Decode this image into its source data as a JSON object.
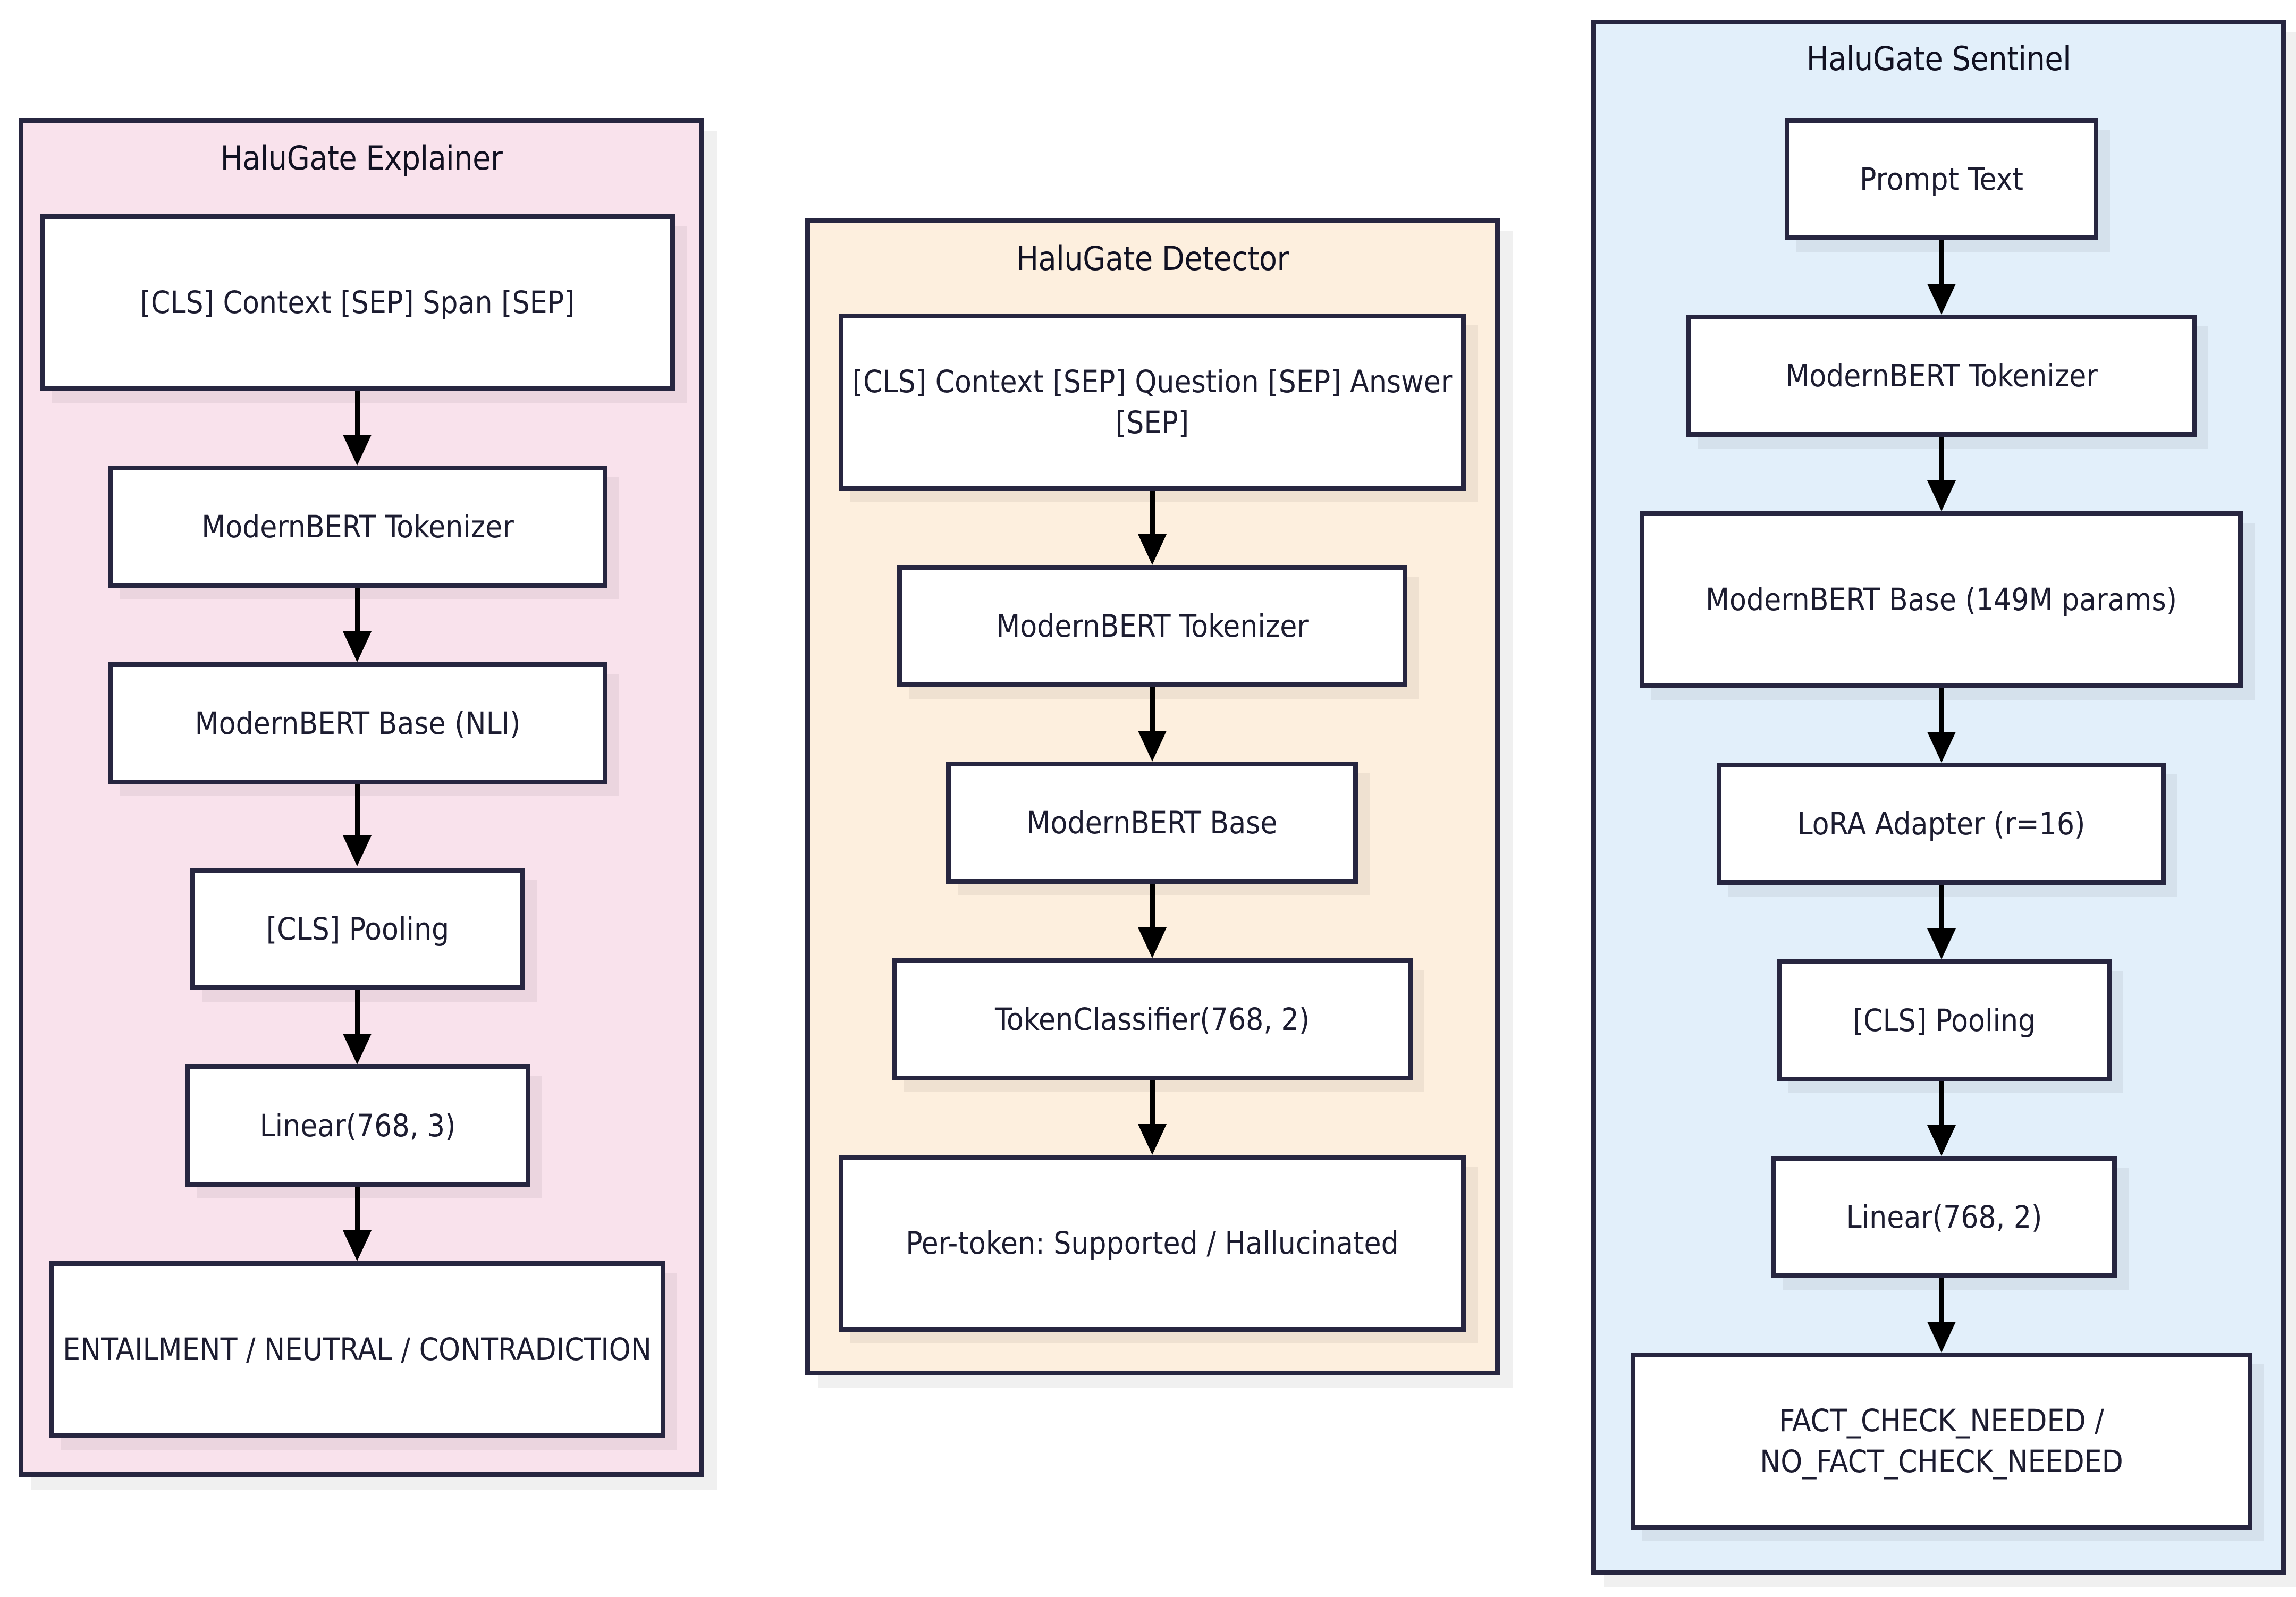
{
  "diagram": {
    "type": "flowchart",
    "title": "HaluGate model architectures",
    "background": "#ffffff",
    "border_color": "#272640",
    "arrow_color": "#000000"
  },
  "clusters": [
    {
      "id": "explainer",
      "title": "HaluGate Explainer",
      "fill": "#F9E2EC",
      "nodes": [
        {
          "id": "exp-input",
          "label": "[CLS] Context [SEP] Span [SEP]"
        },
        {
          "id": "exp-tokenizer",
          "label": "ModernBERT Tokenizer"
        },
        {
          "id": "exp-base",
          "label": "ModernBERT Base (NLI)"
        },
        {
          "id": "exp-pooling",
          "label": "[CLS] Pooling"
        },
        {
          "id": "exp-linear",
          "label": "Linear(768, 3)"
        },
        {
          "id": "exp-output",
          "label": "ENTAILMENT / NEUTRAL / CONTRADICTION"
        }
      ],
      "edges": [
        {
          "from": "exp-input",
          "to": "exp-tokenizer"
        },
        {
          "from": "exp-tokenizer",
          "to": "exp-base"
        },
        {
          "from": "exp-base",
          "to": "exp-pooling"
        },
        {
          "from": "exp-pooling",
          "to": "exp-linear"
        },
        {
          "from": "exp-linear",
          "to": "exp-output"
        }
      ]
    },
    {
      "id": "detector",
      "title": "HaluGate Detector",
      "fill": "#FDEFDE",
      "nodes": [
        {
          "id": "det-input",
          "label": "[CLS] Context [SEP] Question [SEP] Answer [SEP]"
        },
        {
          "id": "det-tokenizer",
          "label": "ModernBERT Tokenizer"
        },
        {
          "id": "det-base",
          "label": "ModernBERT Base"
        },
        {
          "id": "det-head",
          "label": "TokenClassifier(768, 2)"
        },
        {
          "id": "det-output",
          "label": "Per-token: Supported / Hallucinated"
        }
      ],
      "edges": [
        {
          "from": "det-input",
          "to": "det-tokenizer"
        },
        {
          "from": "det-tokenizer",
          "to": "det-base"
        },
        {
          "from": "det-base",
          "to": "det-head"
        },
        {
          "from": "det-head",
          "to": "det-output"
        }
      ]
    },
    {
      "id": "sentinel",
      "title": "HaluGate Sentinel",
      "fill": "#E2EFFA",
      "nodes": [
        {
          "id": "sen-input",
          "label": "Prompt Text"
        },
        {
          "id": "sen-tokenizer",
          "label": "ModernBERT Tokenizer"
        },
        {
          "id": "sen-base",
          "label": "ModernBERT Base (149M params)"
        },
        {
          "id": "sen-lora",
          "label": "LoRA Adapter (r=16)"
        },
        {
          "id": "sen-pooling",
          "label": "[CLS] Pooling"
        },
        {
          "id": "sen-linear",
          "label": "Linear(768, 2)"
        },
        {
          "id": "sen-output",
          "label": "FACT_CHECK_NEEDED / NO_FACT_CHECK_NEEDED"
        }
      ],
      "edges": [
        {
          "from": "sen-input",
          "to": "sen-tokenizer"
        },
        {
          "from": "sen-tokenizer",
          "to": "sen-base"
        },
        {
          "from": "sen-base",
          "to": "sen-lora"
        },
        {
          "from": "sen-lora",
          "to": "sen-pooling"
        },
        {
          "from": "sen-pooling",
          "to": "sen-linear"
        },
        {
          "from": "sen-linear",
          "to": "sen-output"
        }
      ]
    }
  ]
}
